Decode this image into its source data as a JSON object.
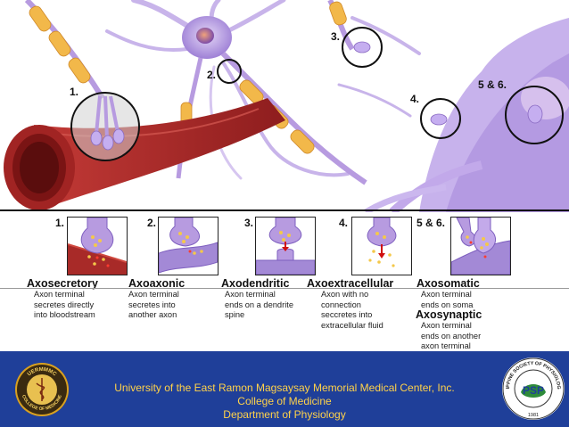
{
  "illustration_labels": [
    {
      "id": "c1",
      "text": "1."
    },
    {
      "id": "c2",
      "text": "2."
    },
    {
      "id": "c3",
      "text": "3."
    },
    {
      "id": "c4",
      "text": "4."
    },
    {
      "id": "c56",
      "text": "5 & 6."
    }
  ],
  "panels": [
    {
      "num": "1.",
      "type": "axosecretory"
    },
    {
      "num": "2.",
      "type": "axoaxonic"
    },
    {
      "num": "3.",
      "type": "axodendritic"
    },
    {
      "num": "4.",
      "type": "axoextracellular"
    },
    {
      "num": "5 & 6.",
      "type": "axosomatic"
    }
  ],
  "terms": [
    {
      "title": "Axosecretory",
      "lines": [
        "Axon terminal",
        "secretes directly",
        "into bloodstream"
      ]
    },
    {
      "title": "Axoaxonic",
      "lines": [
        "Axon terminal",
        "secretes into",
        "another axon"
      ]
    },
    {
      "title": "Axodendritic",
      "lines": [
        "Axon terminal",
        "ends on a dendrite",
        "spine"
      ]
    },
    {
      "title": "Axoextracellular",
      "lines": [
        "Axon with no",
        "connection",
        "seccretes into",
        "extracellular fluid"
      ]
    },
    {
      "title": "Axosomatic",
      "lines": [
        "Axon terminal",
        "ends on soma"
      ]
    },
    {
      "title": "Axosynaptic",
      "lines": [
        "Axon terminal",
        "ends on another",
        "axon terminal"
      ]
    }
  ],
  "footer": {
    "line1": "University of the East Ramon Magsaysay Memorial Medical Center, Inc.",
    "line2": "College of Medicine",
    "line3": "Department of Physiology",
    "left_seal_top": "UERMMMC",
    "left_seal_bottom": "COLLEGE OF MEDICINE",
    "right_seal_ring": "PHILIPPINE SOCIETY OF PHYSIOLOGISTS",
    "right_seal_center": "PSP",
    "right_seal_year": "1981"
  },
  "colors": {
    "footer_bg": "#1f3f99",
    "footer_text": "#ffd24a",
    "neuron": "#b79be0",
    "myelin": "#f2b84a",
    "vessel": "#b02a2a"
  }
}
